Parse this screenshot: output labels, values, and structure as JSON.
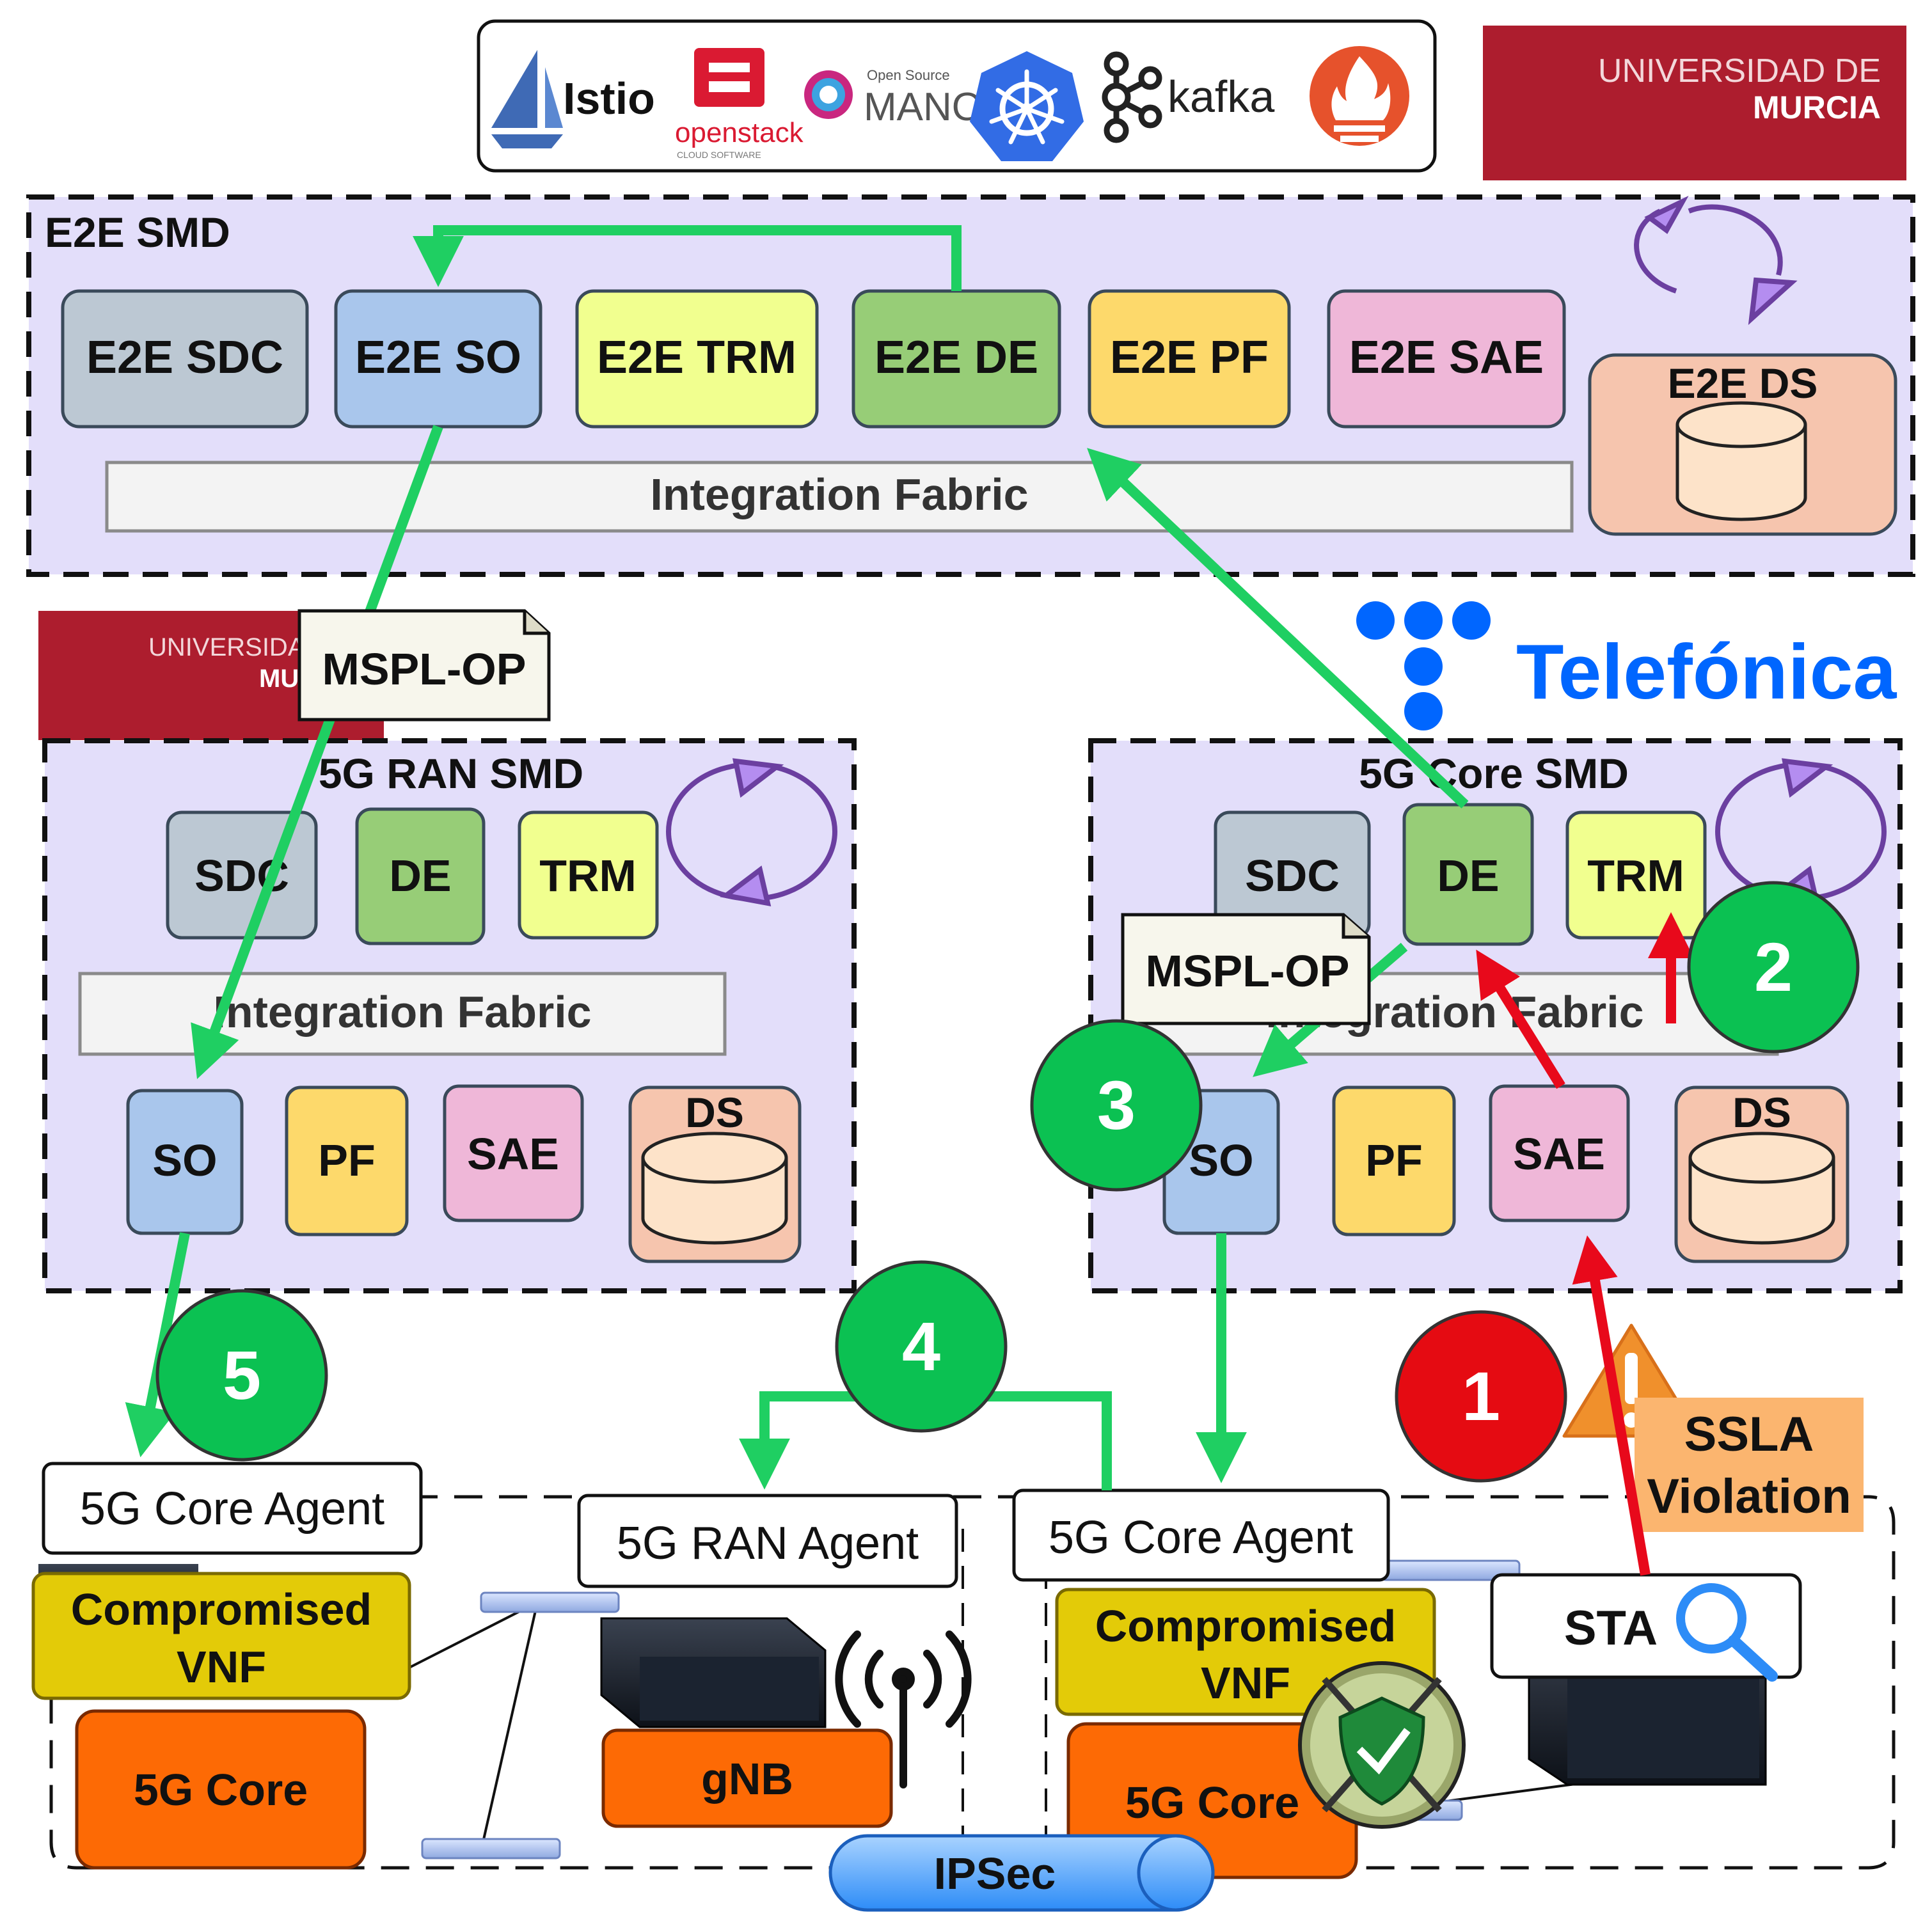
{
  "logos": {
    "istio": "Istio",
    "openstack": "openstack",
    "openstack_sub": "CLOUD SOFTWARE",
    "osm_top": "Open Source",
    "osm_main": "MANO",
    "kafka": "kafka",
    "um_line1": "UNIVERSIDAD DE",
    "um_line2": "MURCIA",
    "um_small_line1": "UNIVERSIDAD DE",
    "um_small_line2": "MURCIA",
    "telefonica": "Telefónica"
  },
  "e2e": {
    "title": "E2E SMD",
    "modules": [
      "E2E SDC",
      "E2E SO",
      "E2E TRM",
      "E2E DE",
      "E2E PF",
      "E2E SAE"
    ],
    "datastore": "E2E DS",
    "fabric": "Integration Fabric"
  },
  "ran": {
    "title": "5G RAN SMD",
    "top": [
      "SDC",
      "DE",
      "TRM"
    ],
    "fabric": "Integration Fabric",
    "bottom": [
      "SO",
      "PF",
      "SAE"
    ],
    "datastore": "DS"
  },
  "core": {
    "title": "5G Core SMD",
    "top": [
      "SDC",
      "DE",
      "TRM"
    ],
    "fabric": "Integration Fabric",
    "bottom": [
      "SO",
      "PF",
      "SAE"
    ],
    "datastore": "DS"
  },
  "notes": {
    "mspl_left": "MSPL-OP",
    "mspl_right": "MSPL-OP"
  },
  "steps": [
    "1",
    "2",
    "3",
    "4",
    "5"
  ],
  "alert": {
    "line1": "SSLA",
    "line2": "Violation"
  },
  "infra": {
    "agent_left": "5G Core Agent",
    "agent_ran": "5G RAN Agent",
    "agent_right": "5G Core Agent",
    "compromised_line1": "Compromised",
    "compromised_line2": "VNF",
    "core_left": "5G Core",
    "gnb": "gNB",
    "core_right": "5G Core",
    "sta": "STA",
    "ipsec": "IPSec"
  },
  "colors": {
    "smd_fill": "#e3defa",
    "green_arrow": "#1fcf62",
    "red_arrow": "#e8091b",
    "step_green": "#0bc152",
    "step_red": "#e50b12",
    "um_red": "#ad1d2e",
    "telefonica_blue": "#0066ff",
    "orange_box": "#fd6a05",
    "yellow_box": "#e3cb08"
  }
}
